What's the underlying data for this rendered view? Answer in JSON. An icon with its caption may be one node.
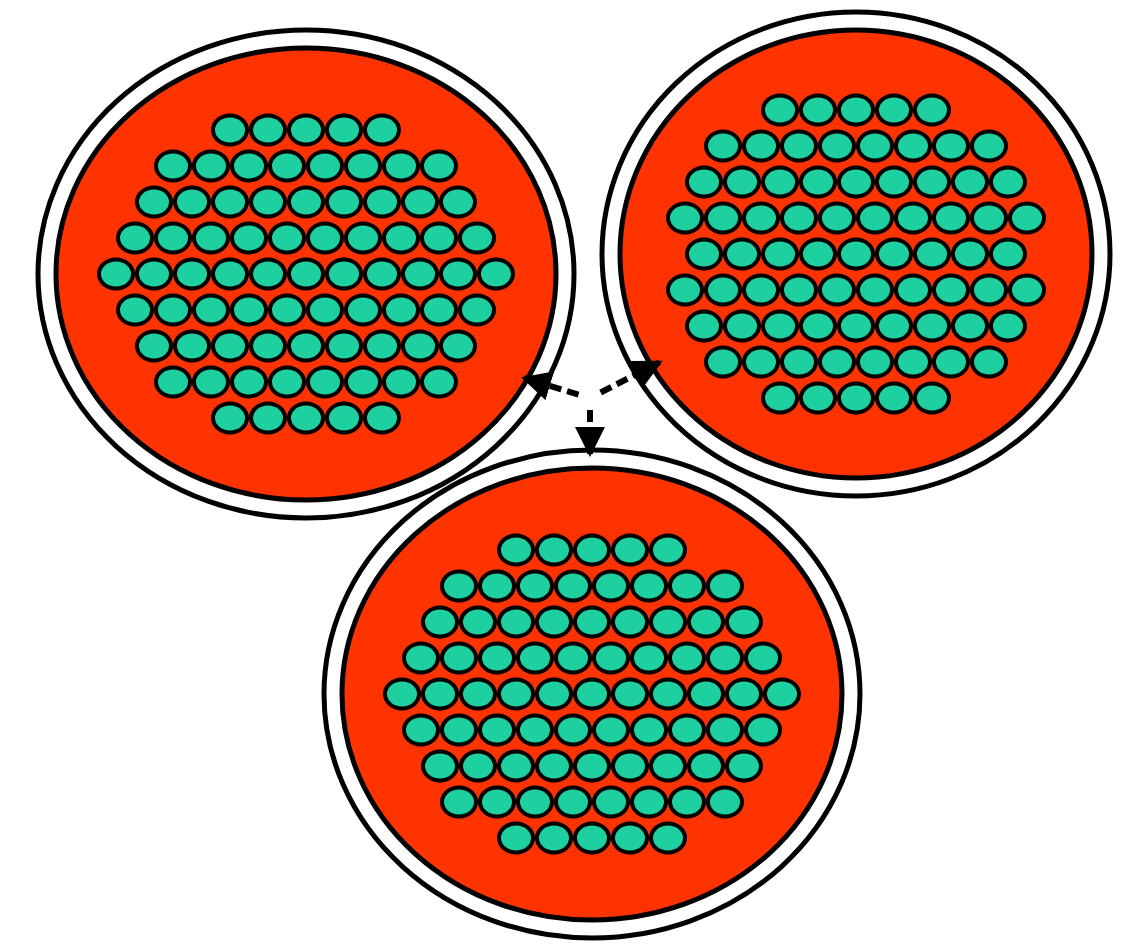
{
  "diagram": {
    "nodes": [
      {
        "text": [],
        "shape": "circle"
      },
      {
        "text": [],
        "shape": "circle"
      },
      {
        "text": [],
        "shape": "circle"
      }
    ],
    "edges": [
      {
        "from": null,
        "to": 0,
        "arrow": "to",
        "style": "dashed"
      },
      {
        "from": null,
        "to": 1,
        "arrow": "to",
        "style": "dashed"
      },
      {
        "from": null,
        "to": 2,
        "arrow": "to",
        "style": "dashed"
      }
    ]
  }
}
